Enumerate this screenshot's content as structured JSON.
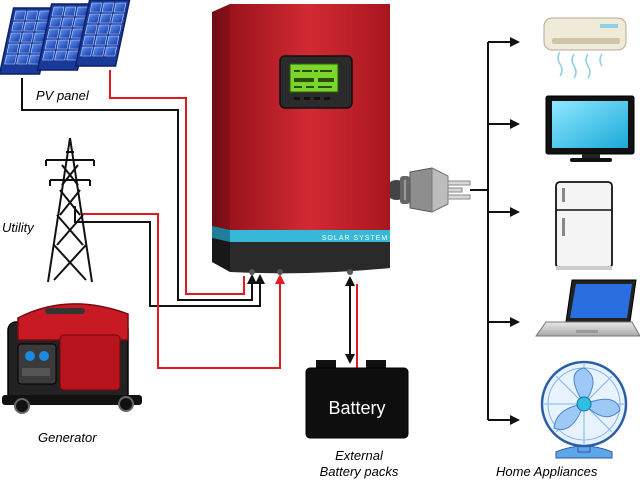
{
  "labels": {
    "pv_panel": "PV panel",
    "utility": "Utility",
    "generator": "Generator",
    "battery": "Battery",
    "external_battery_line1": "External",
    "external_battery_line2": "Battery packs",
    "home_appliances": "Home Appliances",
    "inverter_brand": "SOLAR SYSTEM"
  },
  "colors": {
    "inverter_red": "#c0202a",
    "inverter_dark": "#2a2a2a",
    "accent_stripe": "#37b8d8",
    "lcd_green": "#7bd62a",
    "wire_red": "#e21b23",
    "wire_black": "#111111",
    "solar_blue": "#1f56c8"
  },
  "icons": {
    "pv": "solar-panel-icon",
    "utility": "power-tower-icon",
    "generator": "generator-icon",
    "battery": "battery-icon",
    "inverter": "inverter-icon",
    "plug": "power-plug-icon",
    "air_conditioner": "air-conditioner-icon",
    "tv": "television-icon",
    "fridge": "refrigerator-icon",
    "laptop": "laptop-icon",
    "fan": "fan-icon"
  }
}
